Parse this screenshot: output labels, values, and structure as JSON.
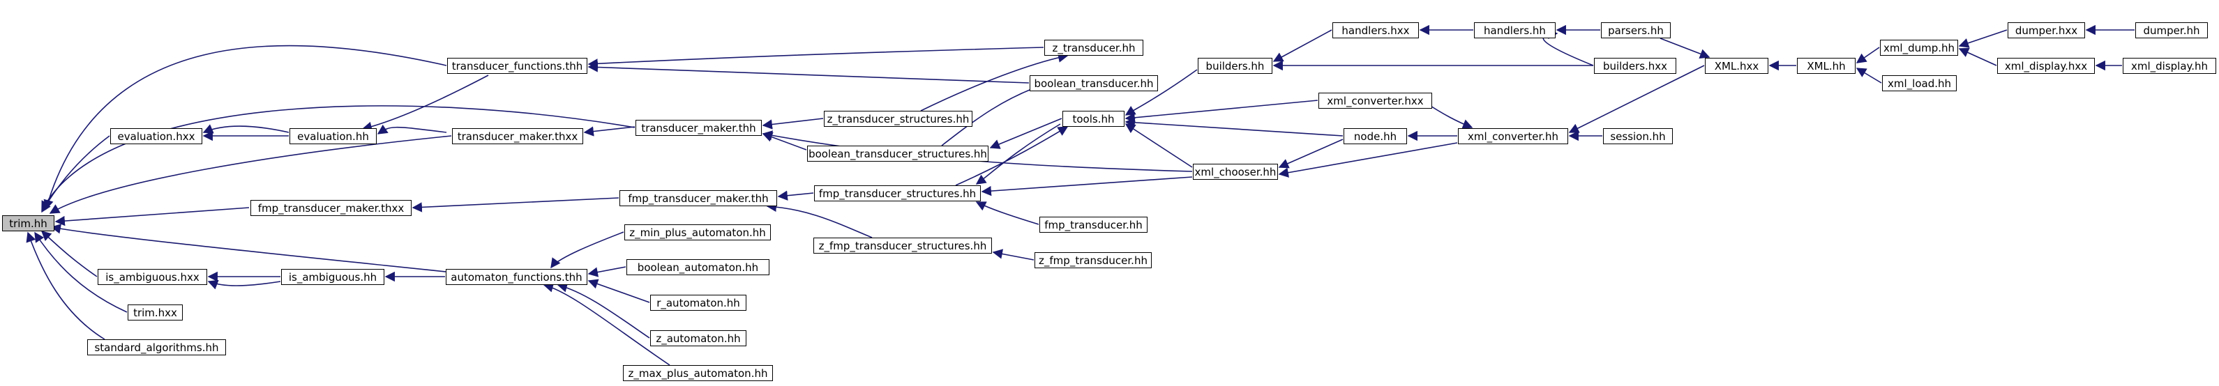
{
  "diagram": {
    "root": "trim.hh",
    "nodes": {
      "trim_hh": "trim.hh",
      "evaluation_hxx": "evaluation.hxx",
      "evaluation_hh": "evaluation.hh",
      "transducer_functions_thh": "transducer_functions.thh",
      "transducer_maker_thxx": "transducer_maker.thxx",
      "transducer_maker_thh": "transducer_maker.thh",
      "z_transducer_hh": "z_transducer.hh",
      "boolean_transducer_hh": "boolean_transducer.hh",
      "z_transducer_structures_hh": "z_transducer_structures.hh",
      "boolean_transducer_structures_hh": "boolean_transducer_structures.hh",
      "fmp_transducer_maker_thxx": "fmp_transducer_maker.thxx",
      "fmp_transducer_maker_thh": "fmp_transducer_maker.thh",
      "fmp_transducer_structures_hh": "fmp_transducer_structures.hh",
      "z_fmp_transducer_structures_hh": "z_fmp_transducer_structures.hh",
      "fmp_transducer_hh": "fmp_transducer.hh",
      "z_fmp_transducer_hh": "z_fmp_transducer.hh",
      "is_ambiguous_hxx": "is_ambiguous.hxx",
      "is_ambiguous_hh": "is_ambiguous.hh",
      "trim_hxx": "trim.hxx",
      "standard_algorithms_hh": "standard_algorithms.hh",
      "automaton_functions_thh": "automaton_functions.thh",
      "z_min_plus_automaton_hh": "z_min_plus_automaton.hh",
      "boolean_automaton_hh": "boolean_automaton.hh",
      "r_automaton_hh": "r_automaton.hh",
      "z_automaton_hh": "z_automaton.hh",
      "z_max_plus_automaton_hh": "z_max_plus_automaton.hh",
      "tools_hh": "tools.hh",
      "builders_hh_1": "builders.hh",
      "handlers_hxx": "handlers.hxx",
      "handlers_hh": "handlers.hh",
      "parsers_hh": "parsers.hh",
      "builders_hxx": "builders.hxx",
      "xml_converter_hxx": "xml_converter.hxx",
      "node_hh": "node.hh",
      "xml_chooser_hh": "xml_chooser.hh",
      "xml_converter_hh": "xml_converter.hh",
      "session_hh": "session.hh",
      "XML_hxx": "XML.hxx",
      "XML_hh": "XML.hh",
      "xml_dump_hh": "xml_dump.hh",
      "xml_load_hh": "xml_load.hh",
      "dumper_hxx": "dumper.hxx",
      "dumper_hh": "dumper.hh",
      "xml_display_hxx": "xml_display.hxx",
      "xml_display_hh": "xml_display.hh"
    }
  },
  "colors": {
    "edge": "#191970",
    "root_fill": "#bfbfbf",
    "node_fill": "#ffffff",
    "border": "#000000"
  }
}
